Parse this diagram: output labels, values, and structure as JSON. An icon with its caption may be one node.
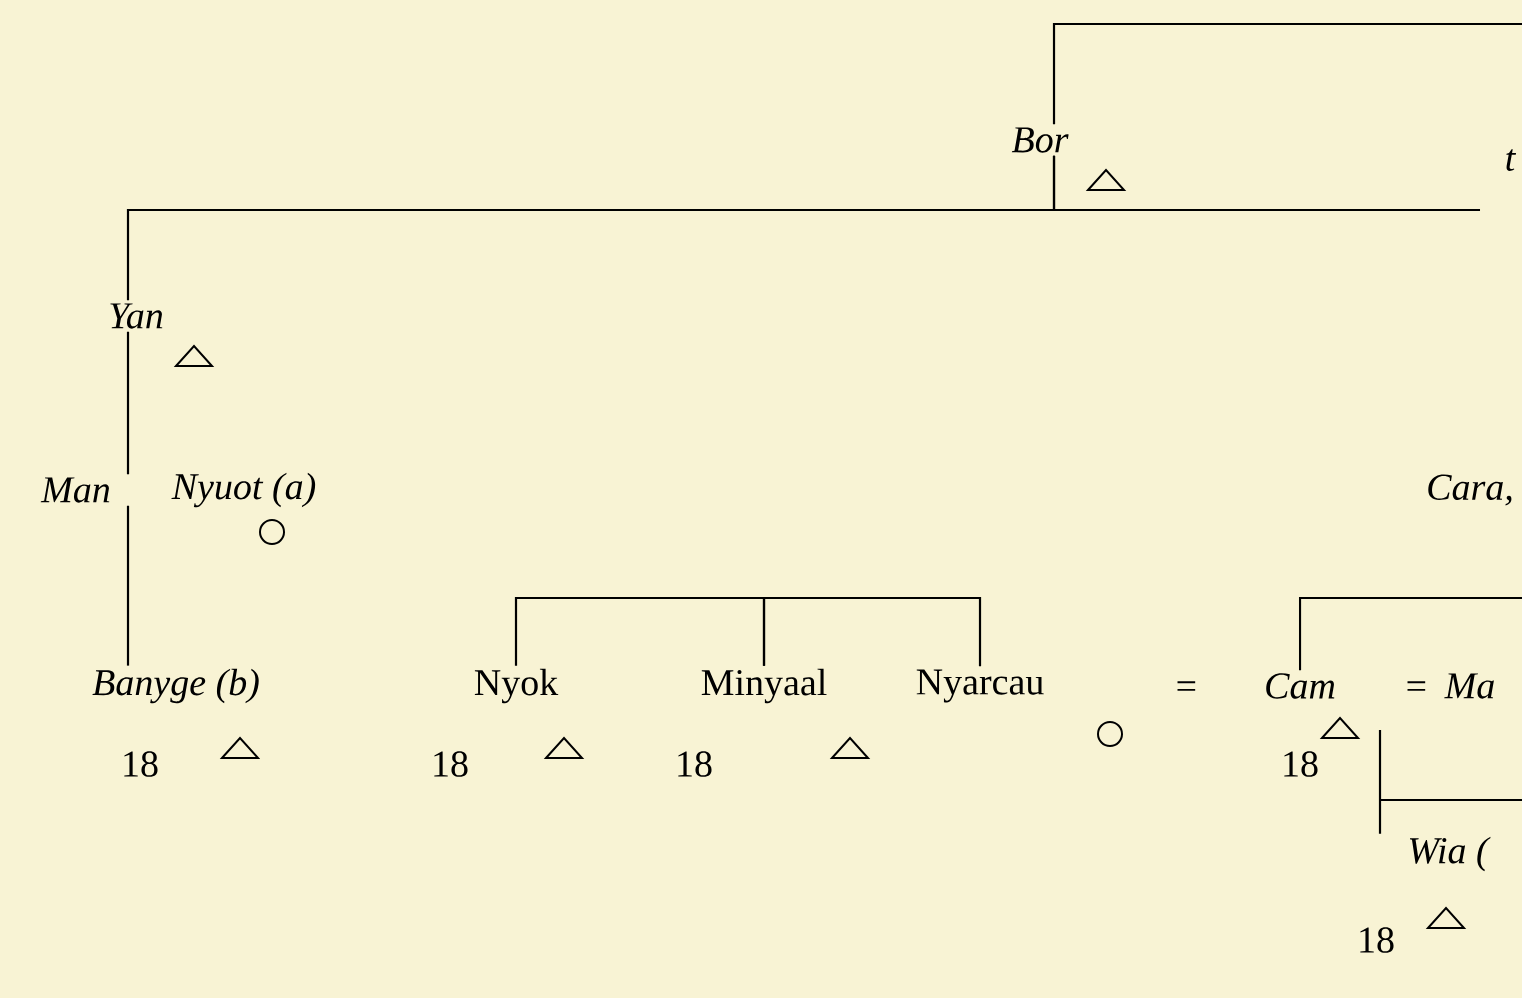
{
  "diagram": {
    "nodes": [
      {
        "text": [
          "Bor"
        ]
      },
      {
        "text": [
          "Yan"
        ]
      },
      {
        "text": [
          "Man"
        ]
      },
      {
        "text": [
          "Nyuot (a)"
        ]
      },
      {
        "text": [
          "Banyge (b)"
        ],
        "beside": [
          "18"
        ]
      },
      {
        "text": [
          "Nyok"
        ],
        "beside": [
          "18"
        ]
      },
      {
        "text": [
          "Minyaal"
        ],
        "beside": [
          "18"
        ]
      },
      {
        "text": [
          "Nyarcau"
        ]
      },
      {
        "text": [
          "Cam"
        ],
        "beside": [
          "18"
        ]
      },
      {
        "text": [
          "Ma"
        ]
      },
      {
        "text": [
          "Wia ("
        ],
        "beside": [
          "18"
        ]
      }
    ],
    "edges": [
      {
        "from": 0,
        "to": null,
        "arrow": "none"
      },
      {
        "from": 0,
        "to": 1,
        "arrow": "none"
      },
      {
        "from": 0,
        "to": null,
        "arrow": "none"
      },
      {
        "from": 1,
        "to": 2,
        "arrow": "none"
      },
      {
        "from": 2,
        "to": 4,
        "arrow": "none"
      },
      {
        "from": 5,
        "to": 6,
        "arrow": "none"
      },
      {
        "from": 6,
        "to": 7,
        "arrow": "none"
      },
      {
        "from": 8,
        "to": null,
        "arrow": "none"
      },
      {
        "from": null,
        "to": 10,
        "arrow": "none"
      }
    ],
    "labels": [
      "t",
      "Cara,",
      "=",
      "="
    ]
  }
}
